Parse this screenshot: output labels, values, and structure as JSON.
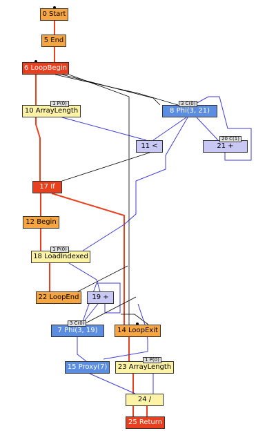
{
  "nodes": {
    "n0": {
      "label": "0 Start"
    },
    "n5": {
      "label": "5 End"
    },
    "n6": {
      "label": "6 LoopBegin"
    },
    "n10": {
      "label": "10 ArrayLength",
      "tag": "1 P(0)"
    },
    "n8": {
      "label": "8 Phi(3, 21)",
      "tag": "3 C(0)"
    },
    "n11": {
      "label": "11 <"
    },
    "n21": {
      "label": "21 +",
      "tag": "20 C(1)"
    },
    "n17": {
      "label": "17 If"
    },
    "n12": {
      "label": "12 Begin"
    },
    "n18": {
      "label": "18 LoadIndexed",
      "tag": "1 P(0)"
    },
    "n22": {
      "label": "22 LoopEnd"
    },
    "n19": {
      "label": "19 +"
    },
    "n7": {
      "label": "7 Phi(3, 19)",
      "tag": "3 C(0)"
    },
    "n14": {
      "label": "14 LoopExit"
    },
    "n15": {
      "label": "15 Proxy(7)"
    },
    "n23": {
      "label": "23 ArrayLength",
      "tag": "1 P(0)"
    },
    "n24": {
      "label": "24 /"
    },
    "n25": {
      "label": "25 Return"
    }
  },
  "colors": {
    "control_edge": "#e8401e",
    "data_edge": "#3b3bd6",
    "other_edge": "#000000",
    "fixed_node": "#f7a541",
    "control_split_node": "#e8401e",
    "floating_node": "#fdf3a6",
    "phi_node": "#5b8ee0",
    "arith_node": "#c9c8f5"
  }
}
